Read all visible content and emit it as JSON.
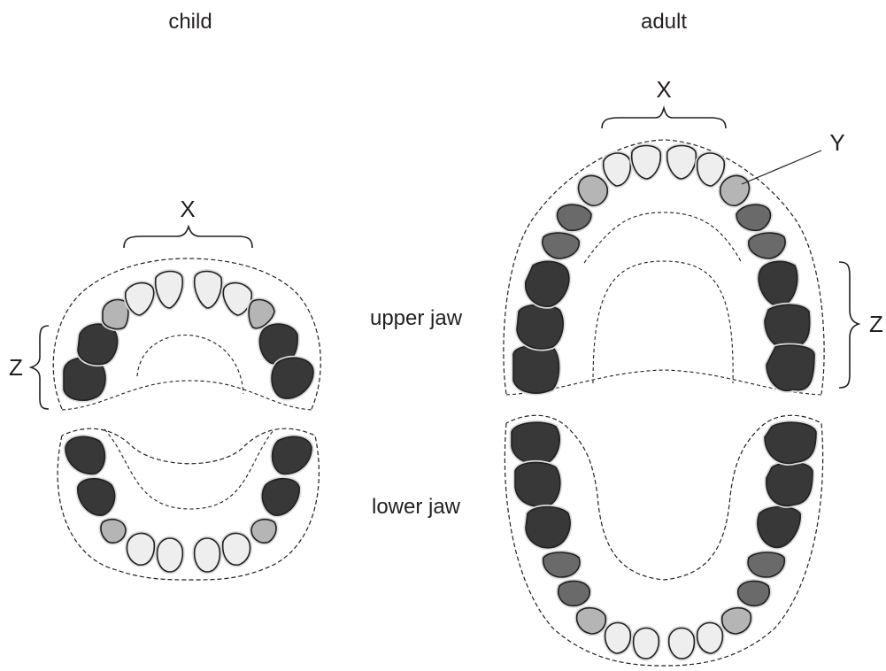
{
  "labels": {
    "child": "child",
    "adult": "adult",
    "upper_jaw": "upper jaw",
    "lower_jaw": "lower jaw",
    "x_child": "X",
    "x_adult": "X",
    "y_adult": "Y",
    "z_child": "Z",
    "z_adult": "Z"
  },
  "colors": {
    "incisor": "#eeeeee",
    "canine": "#b5b5b5",
    "premolar": "#6a6a6a",
    "molar": "#383838",
    "outline": "#231f20",
    "halo": "#dcdcdc"
  }
}
